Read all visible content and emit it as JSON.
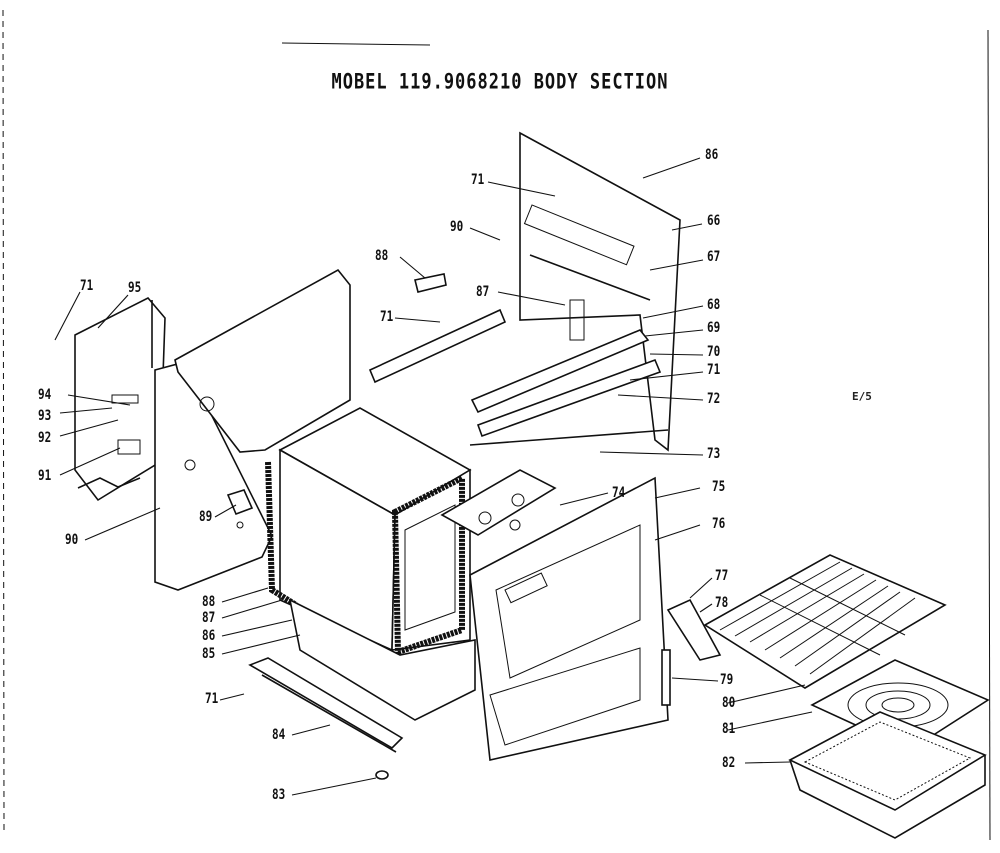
{
  "title": "MOBEL 119.9068210 BODY SECTION",
  "page_code": "E/5",
  "callouts": [
    {
      "id": "c71-left",
      "text": "71"
    },
    {
      "id": "c95",
      "text": "95"
    },
    {
      "id": "c94",
      "text": "94"
    },
    {
      "id": "c93",
      "text": "93"
    },
    {
      "id": "c92",
      "text": "92"
    },
    {
      "id": "c91",
      "text": "91"
    },
    {
      "id": "c90",
      "text": "90"
    },
    {
      "id": "c89",
      "text": "89"
    },
    {
      "id": "c88-low",
      "text": "88"
    },
    {
      "id": "c87-low",
      "text": "87"
    },
    {
      "id": "c86-low",
      "text": "86"
    },
    {
      "id": "c85",
      "text": "85"
    },
    {
      "id": "c71-bottom",
      "text": "71"
    },
    {
      "id": "c84",
      "text": "84"
    },
    {
      "id": "c83",
      "text": "83"
    },
    {
      "id": "c71-mid",
      "text": "71"
    },
    {
      "id": "c88-top",
      "text": "88"
    },
    {
      "id": "c87-top",
      "text": "87"
    },
    {
      "id": "c90-top",
      "text": "90"
    },
    {
      "id": "c71-top",
      "text": "71"
    },
    {
      "id": "c86-top",
      "text": "86"
    },
    {
      "id": "c66",
      "text": "66"
    },
    {
      "id": "c67",
      "text": "67"
    },
    {
      "id": "c68",
      "text": "68"
    },
    {
      "id": "c69",
      "text": "69"
    },
    {
      "id": "c70",
      "text": "70"
    },
    {
      "id": "c71-right",
      "text": "71"
    },
    {
      "id": "c72",
      "text": "72"
    },
    {
      "id": "c73",
      "text": "73"
    },
    {
      "id": "c74",
      "text": "74"
    },
    {
      "id": "c75",
      "text": "75"
    },
    {
      "id": "c76",
      "text": "76"
    },
    {
      "id": "c77",
      "text": "77"
    },
    {
      "id": "c78",
      "text": "78"
    },
    {
      "id": "c79",
      "text": "79"
    },
    {
      "id": "c80",
      "text": "80"
    },
    {
      "id": "c81",
      "text": "81"
    },
    {
      "id": "c82",
      "text": "82"
    }
  ]
}
